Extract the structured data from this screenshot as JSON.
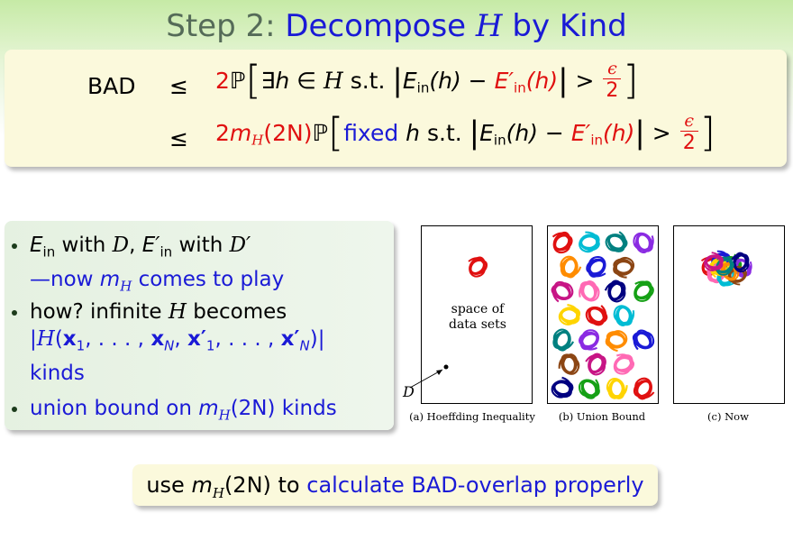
{
  "title": {
    "prefix": "Step 2: ",
    "highlight_a": "Decompose ",
    "symbol": "H",
    "highlight_b": " by Kind"
  },
  "formula": {
    "line1": {
      "lhs": "BAD",
      "rel": "≤",
      "coef": "2",
      "prob": "ℙ",
      "exists": "∃",
      "h": "h",
      "in": "∈",
      "H": "H",
      "st": " s.t. ",
      "E": "E",
      "in_sub": "in",
      "h_paren": "(h)",
      "minus": "−",
      "Eprime": "E′",
      "gt": ">",
      "eps": "ϵ",
      "two": "2"
    },
    "line2": {
      "rel": "≤",
      "coef": "2",
      "m": "m",
      "H": "H",
      "arg": "(2N)",
      "prob": "ℙ",
      "fixed": "fixed",
      "h": "h",
      "st": " s.t. ",
      "E": "E",
      "in_sub": "in",
      "h_paren": "(h)",
      "minus": "−",
      "Eprime": "E′",
      "gt": ">",
      "eps": "ϵ",
      "two": "2"
    }
  },
  "bullets": {
    "b1_line1": {
      "E": "E",
      "in": "in",
      "with1": " with ",
      "D": "D",
      "comma": ", ",
      "Ep": "E′",
      "with2": " with ",
      "Dp": "D′"
    },
    "b1_line2": {
      "dash": "—",
      "now": "now ",
      "m": "m",
      "H": "H",
      "rest": " comes to play"
    },
    "b2_line1": {
      "how": "how? infinite ",
      "H": "H",
      "becomes": " becomes"
    },
    "b2_line2": {
      "open": "|",
      "H": "H",
      "paren": "(",
      "x1": "x",
      "s1": "1",
      "dots1": ", . . . , ",
      "xN": "x",
      "sN": "N",
      "c": ", ",
      "x1p": "x′",
      "s1p": "1",
      "dots2": ", . . . , ",
      "xNp": "x′",
      "sNp": "N",
      "close": ")|"
    },
    "b2_line3": "kinds",
    "b3": {
      "pre": "union bound on ",
      "m": "m",
      "H": "H",
      "arg": "(2N)",
      "post": " kinds"
    }
  },
  "figure": {
    "space_label": "space of data sets",
    "dataset_label": "D",
    "captions": [
      "(a) Hoeffding Inequality",
      "(b) Union Bound",
      "(c) Now"
    ]
  },
  "bottom": {
    "use": "use ",
    "m": "m",
    "H": "H",
    "arg": "(2N)",
    "to": " to ",
    "rest": "calculate BAD-overlap properly"
  },
  "colors": {
    "accent": "#1a1ad6",
    "red": "#e01010",
    "title_gray": "#556b58"
  }
}
